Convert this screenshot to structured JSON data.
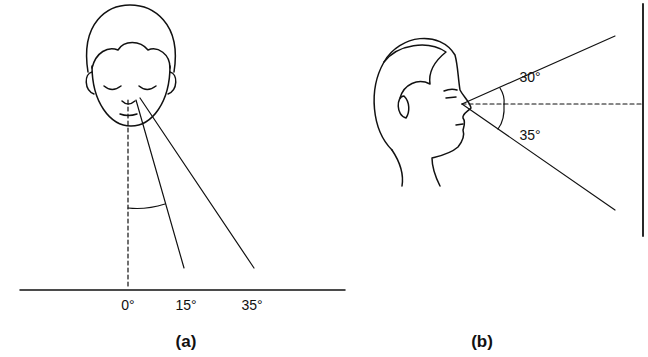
{
  "diagram": {
    "labels": [
      "0°",
      "15°",
      "35°",
      "(a)",
      "30°",
      "35°",
      "(b)"
    ]
  }
}
